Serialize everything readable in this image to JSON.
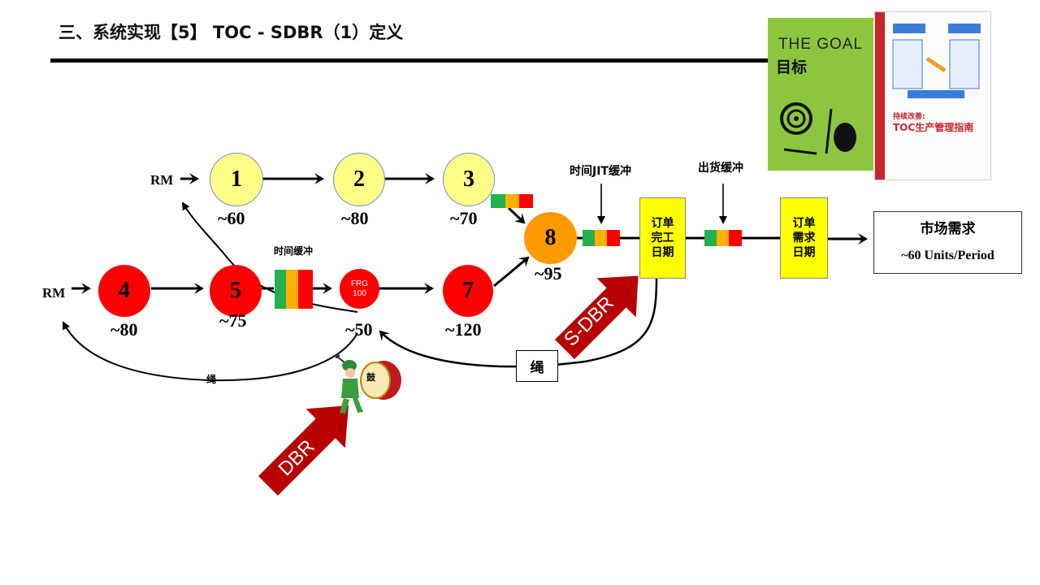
{
  "title": "三、系统实现【5】 TOC - SDBR（1）定义",
  "rm_top": "RM",
  "rm_left": "RM",
  "nodes": [
    {
      "id": "1",
      "value": "~60"
    },
    {
      "id": "2",
      "value": "~80"
    },
    {
      "id": "3",
      "value": "~70"
    },
    {
      "id": "4",
      "value": "~80"
    },
    {
      "id": "5",
      "value": "~75"
    },
    {
      "id": "7",
      "value": "~120"
    },
    {
      "id": "8",
      "value": "~95"
    }
  ],
  "frg": {
    "line1": "FRG",
    "line2": "100",
    "value": "~50"
  },
  "time_buffer_label": "时间缓冲",
  "jit_buffer_label": "时间JIT缓冲",
  "shipping_buffer_label": "出货缓冲",
  "order_complete_label": "订单\n完工\n日期",
  "order_demand_label": "订单\n需求\n日期",
  "market": {
    "title": "市场需求",
    "value": "~60  Units/Period"
  },
  "rope_label_left": "绳",
  "rope_label_right": "绳",
  "drum_label": "鼓",
  "dbr_label": "DBR",
  "sdbr_label": "S-DBR",
  "books": {
    "goal": {
      "title": "THE GOAL",
      "cn_title": "目标"
    },
    "guide": {
      "subtitle": "持续改善:",
      "title": "TOC生产管理指南"
    }
  },
  "colors": {
    "buffer_green": "#22b14c",
    "buffer_yellow": "#ffb000",
    "buffer_red": "#ff0000",
    "arrow_red": "#b80000"
  }
}
